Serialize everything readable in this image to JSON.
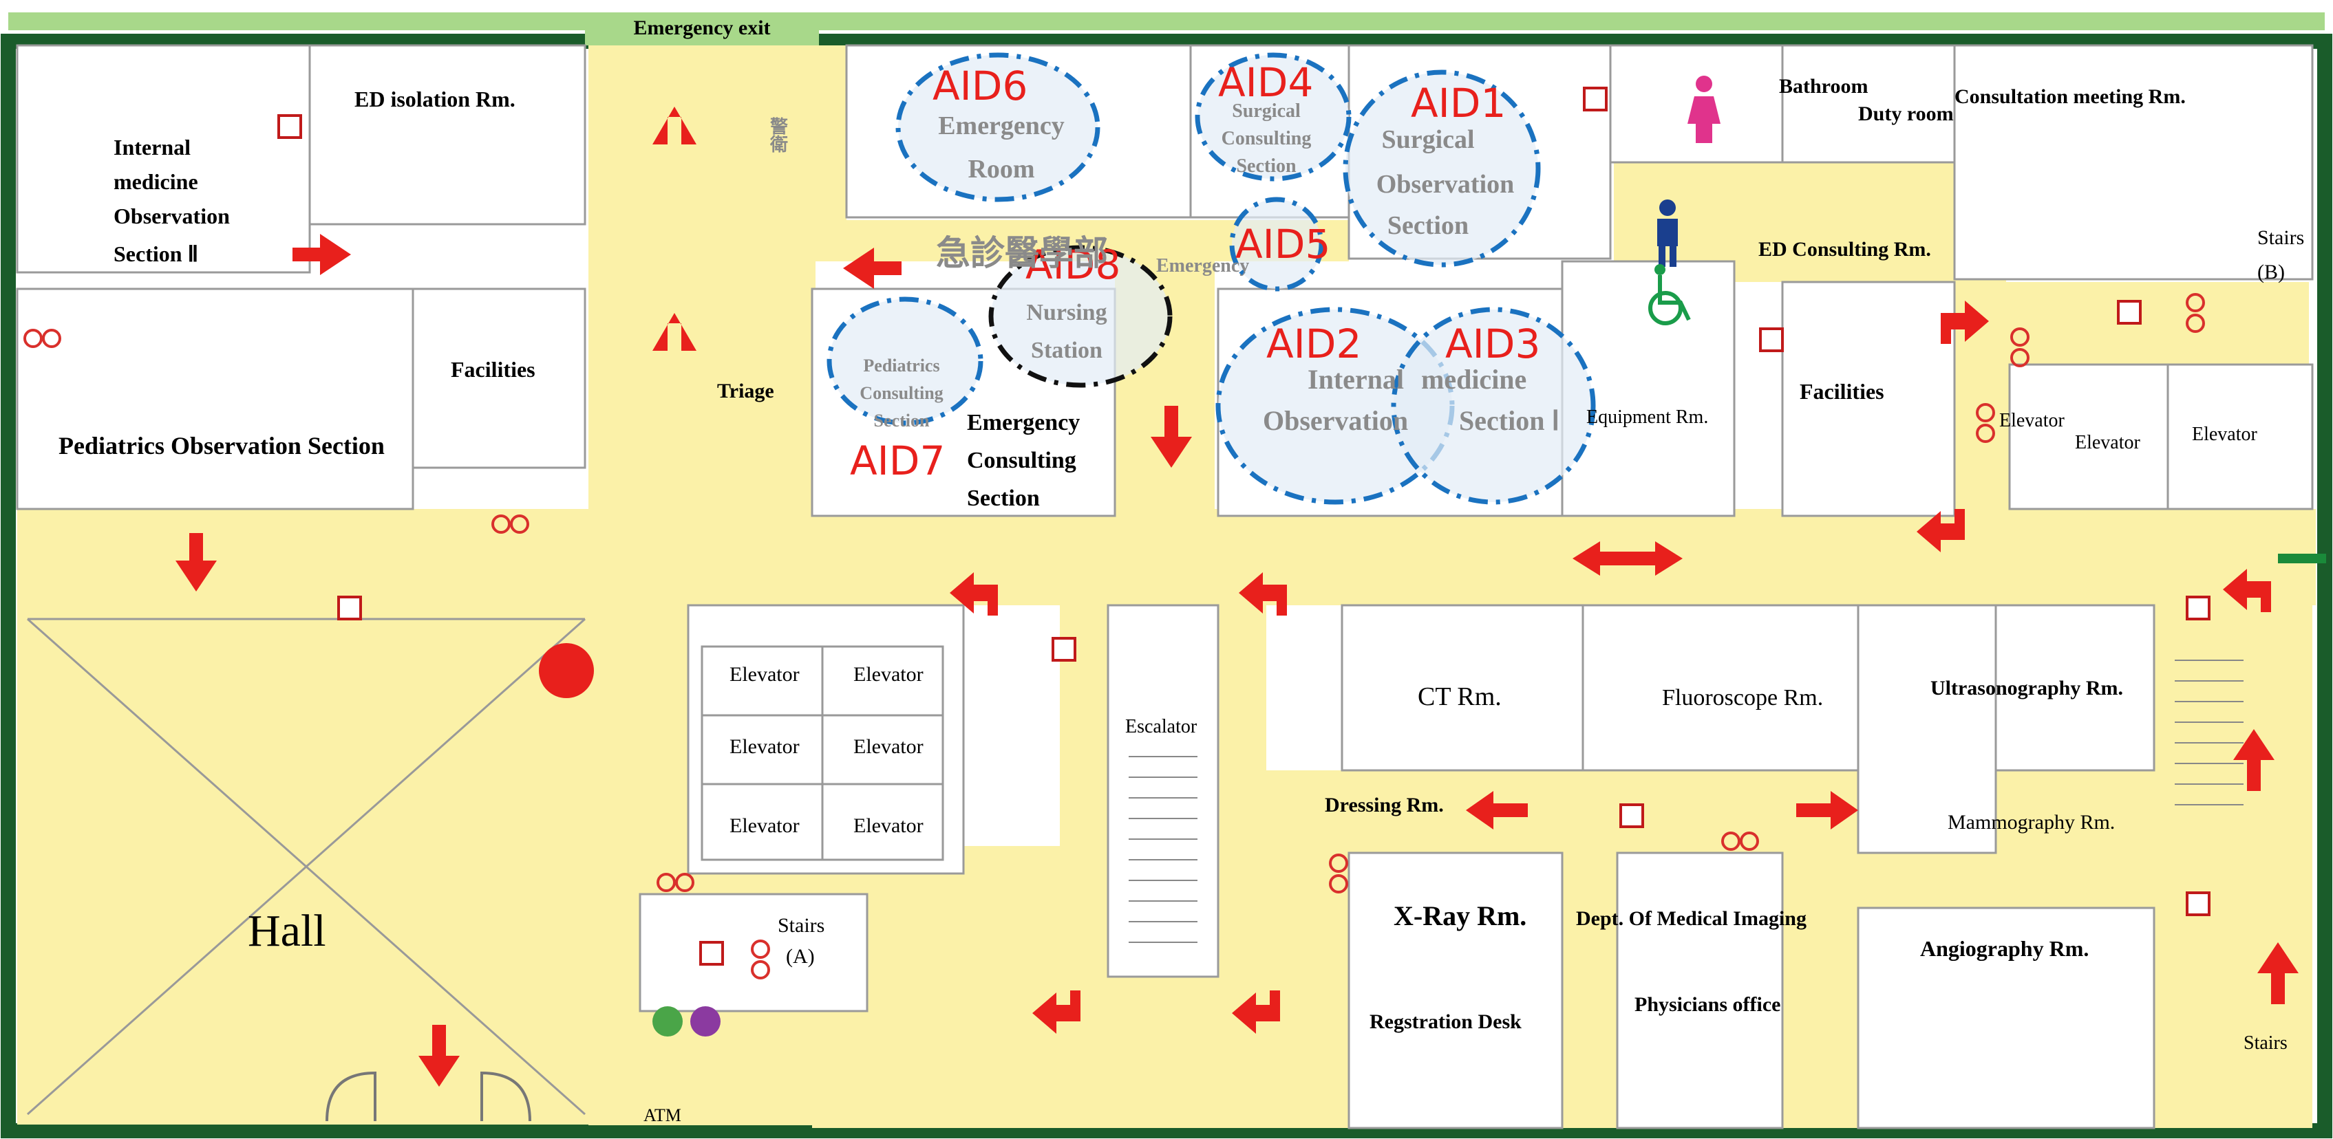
{
  "labels": {
    "emergency_exit": "Emergency exit",
    "ed_isolation": "ED isolation Rm.",
    "internal_med_obs_2": [
      "Internal",
      "medicine",
      "Observation",
      "Section Ⅱ"
    ],
    "facilities_left": "Facilities",
    "pediatrics_obs": "Pediatrics Observation Section",
    "triage": "Triage",
    "emergency_room": [
      "Emergency",
      "Room"
    ],
    "surgical_consulting": [
      "Surgical",
      "Consulting",
      "Section"
    ],
    "surgical_obs": [
      "Surgical",
      "Observation",
      "Section"
    ],
    "ed_dept_sign": "急診醫學部",
    "emergency_sign": "Emergency",
    "nursing_station": [
      "Nursing",
      "Station"
    ],
    "pediatrics_consulting": [
      "Pediatrics",
      "Consulting",
      "Section"
    ],
    "emergency_consulting": [
      "Emergency",
      "Consulting",
      "Section"
    ],
    "internal_med_obs_1": [
      "Internal",
      "medicine",
      "Observation",
      "Section Ⅰ"
    ],
    "equipment": "Equipment Rm.",
    "bathroom": "Bathroom",
    "duty_room": "Duty room",
    "consultation_meeting": "Consultation meeting Rm.",
    "ed_consulting": "ED Consulting Rm.",
    "facilities_right": "Facilities",
    "stairs_b": [
      "Stairs",
      "(B)"
    ],
    "elevator": "Elevator",
    "hall": "Hall",
    "stairs_a": [
      "Stairs",
      "(A)"
    ],
    "atm": "ATM",
    "escalator": "Escalator",
    "ct": "CT Rm.",
    "fluoroscope": "Fluoroscope Rm.",
    "ultrasonography": "Ultrasonography Rm.",
    "dressing": "Dressing Rm.",
    "mammography": "Mammography Rm.",
    "xray": "X-Ray Rm.",
    "registration": "Regstration Desk",
    "medical_imaging": "Dept. Of Medical Imaging",
    "physicians": "Physicians office",
    "angiography": "Angiography Rm.",
    "stairs_right": "Stairs",
    "guard_sign": "警衛"
  },
  "aids": [
    {
      "id": "AID1",
      "circle": "blue"
    },
    {
      "id": "AID2",
      "circle": "blue"
    },
    {
      "id": "AID3",
      "circle": "blue"
    },
    {
      "id": "AID4",
      "circle": "blue"
    },
    {
      "id": "AID5",
      "circle": "blue"
    },
    {
      "id": "AID6",
      "circle": "blue"
    },
    {
      "id": "AID7",
      "circle": "blue"
    },
    {
      "id": "AID8",
      "circle": "black"
    }
  ],
  "colors": {
    "corridor": "#fbf1a8",
    "frame_green": "#1a5c2a",
    "exit_green": "#a8d88a",
    "arrow_red": "#e8201c",
    "aid_blue": "#1a72c0",
    "aid_fill": "#e3edf7",
    "walls": "#9a9a9a"
  },
  "icons": [
    "red-arrow-icon",
    "fire-extinguisher-icon",
    "cc-camera-icon",
    "women-restroom-icon",
    "men-restroom-icon",
    "wheelchair-icon",
    "red-dot-marker-icon",
    "atm-icon"
  ]
}
